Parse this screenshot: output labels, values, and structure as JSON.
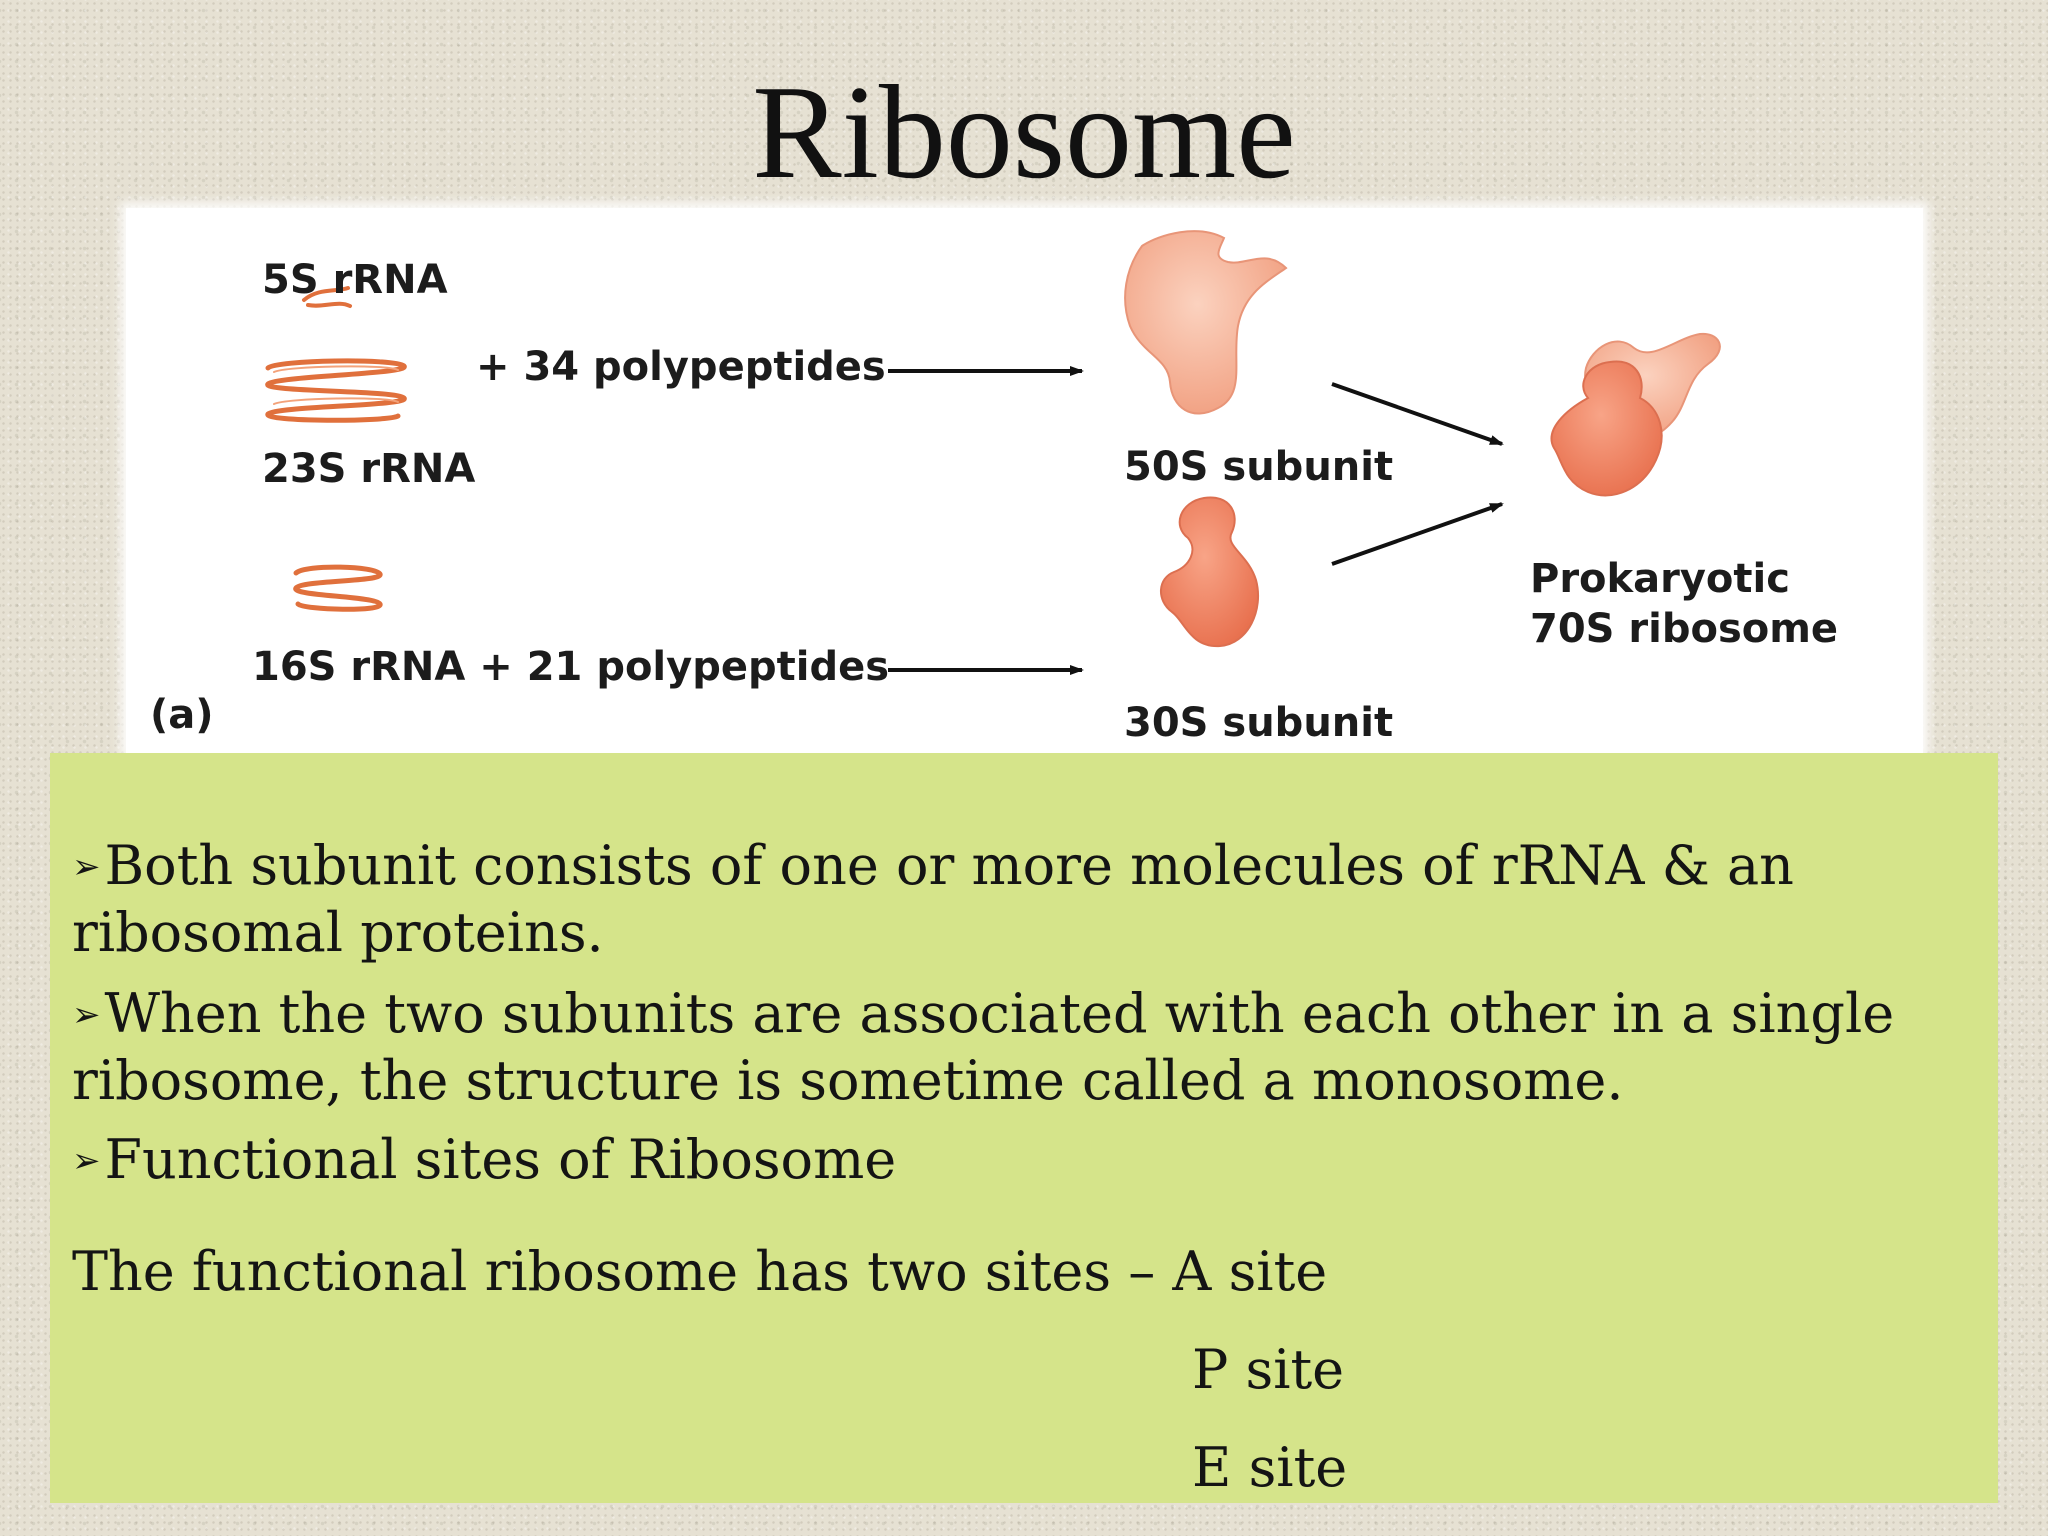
{
  "slide": {
    "title": "Ribosome"
  },
  "figure": {
    "labels": {
      "rrna_5s": "5S rRNA",
      "polypeptides_34": "+ 34 polypeptides",
      "rrna_23s": "23S rRNA",
      "subunit_50s": "50S subunit",
      "rrna_16s_21": "16S rRNA + 21 polypeptides",
      "panel": "(a)",
      "subunit_30s": "30S subunit",
      "ribosome_line1": "Prokaryotic",
      "ribosome_line2": "70S ribosome"
    },
    "colors": {
      "rrna_strand": "#e0703c",
      "large_subunit": "#f6b69c",
      "small_subunit": "#f08a6c",
      "arrow": "#111111"
    }
  },
  "content": {
    "bullets": [
      {
        "marker": "➢",
        "text": "Both subunit consists of one or more molecules of rRNA & an ribosomal proteins."
      },
      {
        "marker": "➢",
        "text": "When the two subunits are associated with each other in a single ribosome, the structure is sometime called a monosome."
      },
      {
        "marker": "➢",
        "text": "Functional sites of Ribosome"
      }
    ],
    "sites_intro": "The functional ribosome has two sites – A site",
    "site_p": "P site",
    "site_e": "E site"
  },
  "theme": {
    "panel_color": "#d5e48a",
    "background": "#e6e1d3"
  }
}
